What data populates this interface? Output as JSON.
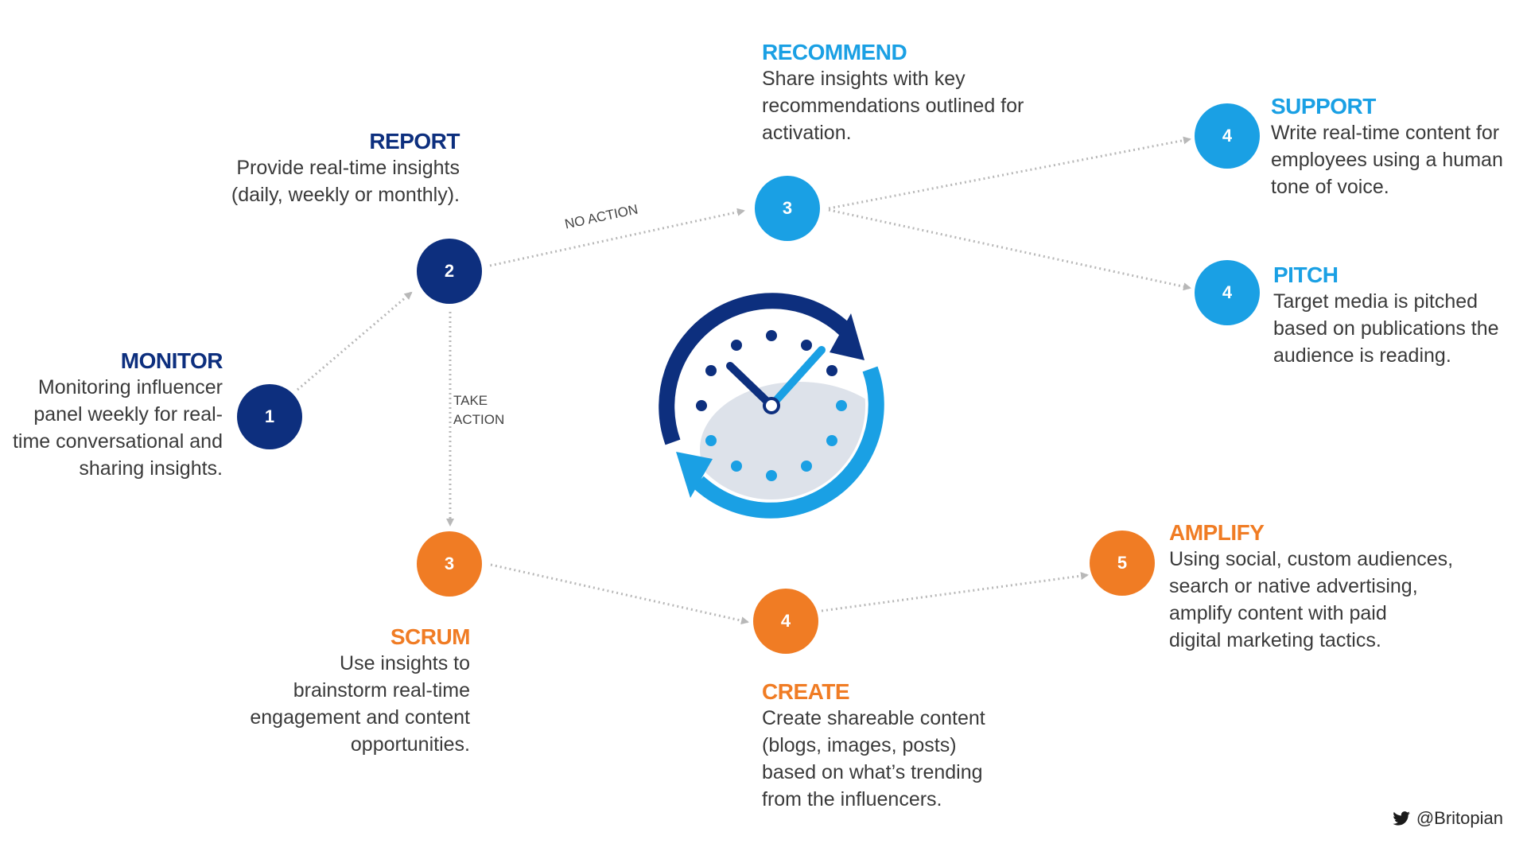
{
  "colors": {
    "navy": "#0d2f7e",
    "sky": "#1aa0e4",
    "orange": "#f07c24",
    "arrow": "#b8b8b8",
    "clock_face_shadow": "#dde2ea"
  },
  "nodes": {
    "monitor": "1",
    "report": "2",
    "recommend": "3",
    "support": "4",
    "pitch": "4",
    "scrum": "3",
    "create": "4",
    "amplify": "5"
  },
  "blocks": {
    "monitor": {
      "title": "MONITOR",
      "lines": [
        "Monitoring influencer",
        "panel weekly for real-",
        "time conversational and",
        "sharing insights."
      ]
    },
    "report": {
      "title": "REPORT",
      "lines": [
        "Provide real-time insights",
        "(daily, weekly or monthly)."
      ]
    },
    "recommend": {
      "title": "RECOMMEND",
      "lines": [
        "Share insights with key",
        "recommendations outlined for",
        "activation."
      ]
    },
    "support": {
      "title": "SUPPORT",
      "lines": [
        "Write real-time content for",
        "employees using a human",
        "tone of voice."
      ]
    },
    "pitch": {
      "title": "PITCH",
      "lines": [
        "Target media is pitched",
        "based on publications the",
        "audience is reading."
      ]
    },
    "scrum": {
      "title": "SCRUM",
      "lines": [
        "Use insights to",
        "brainstorm real-time",
        "engagement and content",
        "opportunities."
      ]
    },
    "create": {
      "title": "CREATE",
      "lines": [
        "Create shareable content",
        "(blogs, images, posts)",
        "based on what’s trending",
        "from the influencers."
      ]
    },
    "amplify": {
      "title": "AMPLIFY",
      "lines": [
        "Using social, custom audiences,",
        "search or native advertising,",
        "amplify content with paid",
        "digital marketing tactics."
      ]
    }
  },
  "edge_labels": {
    "no_action": "NO ACTION",
    "take_action": [
      "TAKE",
      "ACTION"
    ]
  },
  "icons": {
    "center": "clock-refresh-icon",
    "credit": "twitter-bird-icon"
  },
  "credit": "@Britopian"
}
